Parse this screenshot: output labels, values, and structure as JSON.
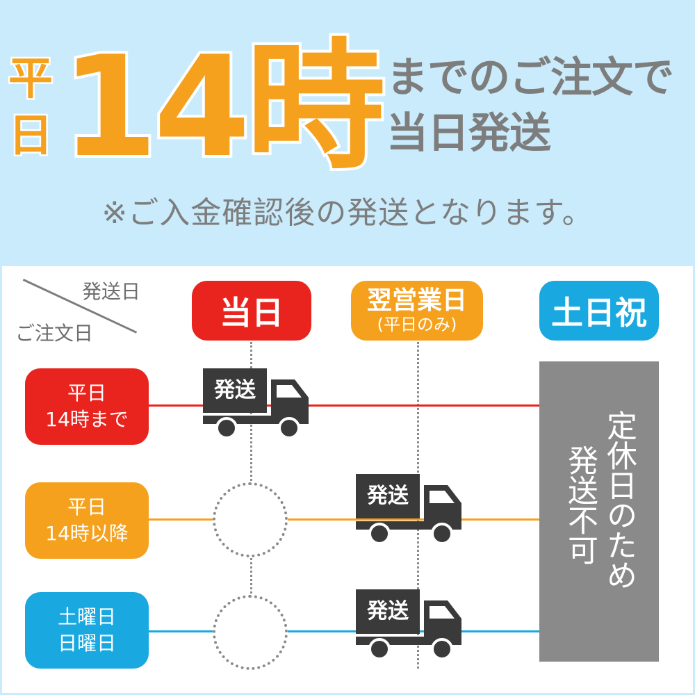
{
  "banner": {
    "hei_top": "平",
    "hei_bottom": "日",
    "big_time": "14時",
    "head_line1": "までのご注文で",
    "head_line2": "当日発送",
    "note": "※ご入金確認後の発送となります。"
  },
  "table": {
    "corner_ship": "発送日",
    "corner_order": "ご注文日",
    "columns": {
      "same_day": "当日",
      "next_business_main": "翌営業日",
      "next_business_sub": "(平日のみ)",
      "holiday": "土日祝"
    },
    "rows": [
      {
        "line1": "平日",
        "line2": "14時まで"
      },
      {
        "line1": "平日",
        "line2": "14時以降"
      },
      {
        "line1": "土曜日",
        "line2": "日曜日"
      }
    ],
    "truck_label": "発送",
    "closed_line1": "定休日のため",
    "closed_line2": "発送不可"
  },
  "colors": {
    "banner_bg": "#c9ebfb",
    "orange": "#f5a11e",
    "red": "#e9241e",
    "blue": "#1aa8e0",
    "gray_text": "#7d7d7d",
    "block_gray": "#8a8a8a",
    "truck": "#3a3a3a"
  },
  "icons": {
    "truck": "delivery-truck-icon"
  }
}
